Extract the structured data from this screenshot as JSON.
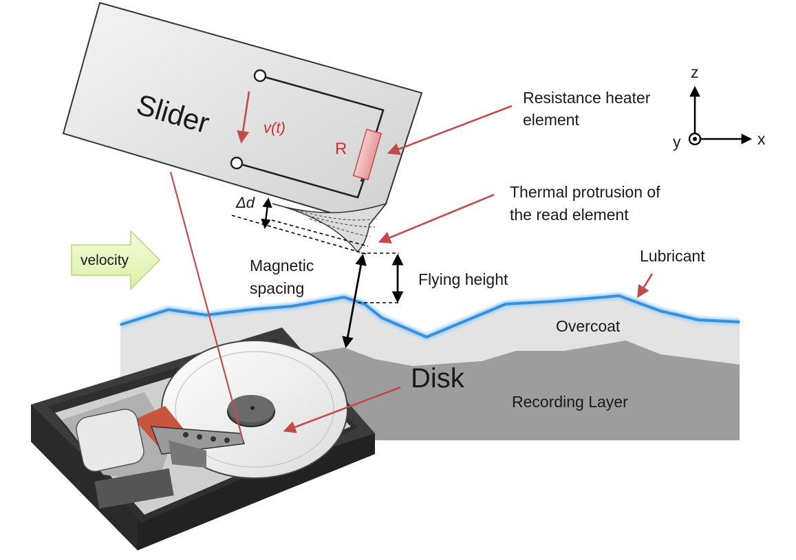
{
  "labels": {
    "slider": "Slider",
    "voltage": "v(t)",
    "resistor": "R",
    "delta_d": "Δd",
    "heater_line1": "Resistance heater",
    "heater_line2": "element",
    "thermal_line1": "Thermal protrusion of",
    "thermal_line2": "the read element",
    "magnetic_line1": "Magnetic",
    "magnetic_line2": "spacing",
    "flying_height": "Flying height",
    "lubricant": "Lubricant",
    "overcoat": "Overcoat",
    "disk": "Disk",
    "recording_layer": "Recording Layer",
    "velocity": "velocity",
    "axis_z": "z",
    "axis_x": "x",
    "axis_y": "y"
  },
  "colors": {
    "annotation_red": "#c24a4a",
    "text_red": "#d42a2a",
    "lubricant_blue": "#3a8fd8",
    "overcoat_gray": "#e3e3e3",
    "recording_gray": "#9d9d9d",
    "velocity_fill": "#eaf7c4",
    "slider_fill": "#e2e2e2"
  },
  "icons": [
    "axis-triad-icon",
    "velocity-arrow-icon",
    "hard-drive-illustration"
  ]
}
